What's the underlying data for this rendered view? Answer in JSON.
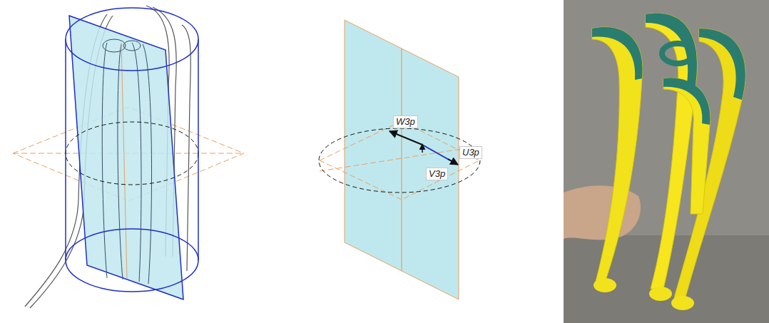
{
  "diagram": {
    "labels": [
      "W3p",
      "U3p",
      "V3p"
    ]
  }
}
